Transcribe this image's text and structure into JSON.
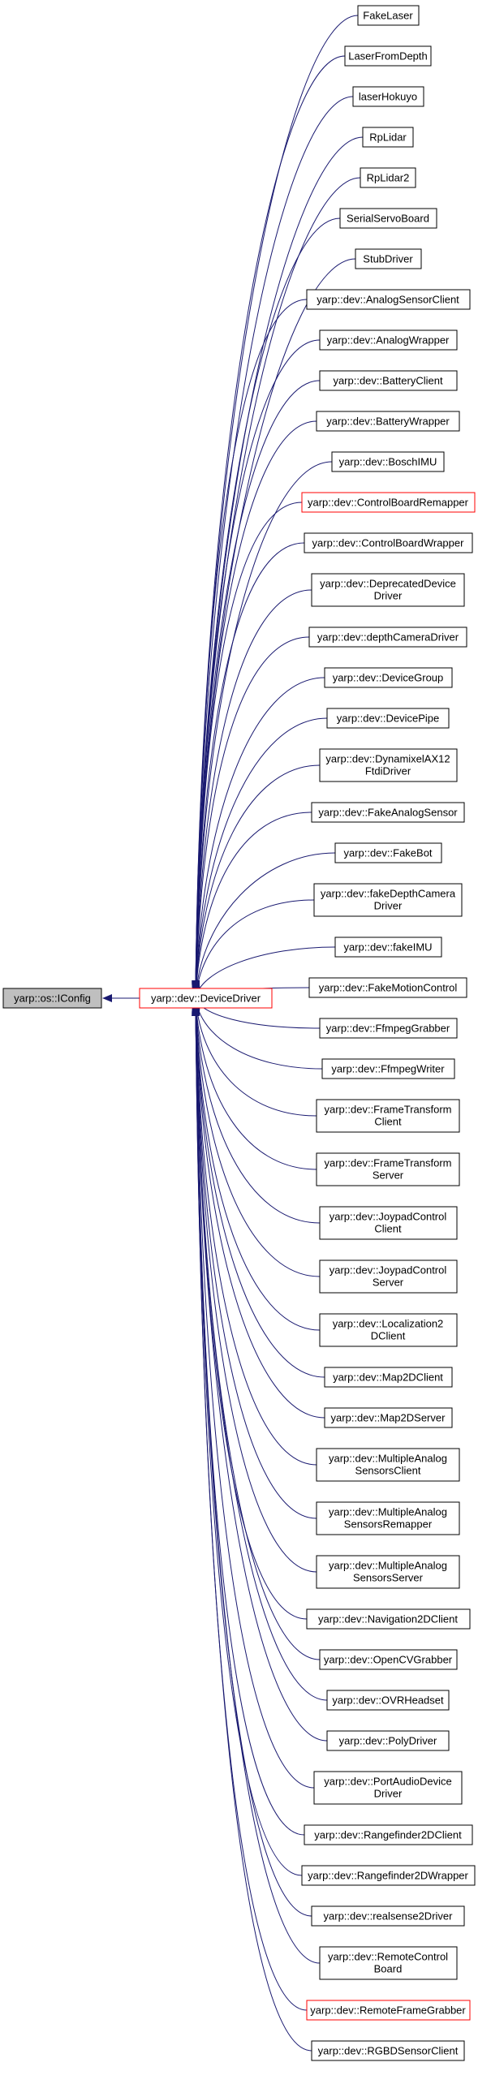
{
  "colors": {
    "edge": "#191970",
    "box_border": "#000000",
    "box_border_highlight": "#ff0000",
    "root_fill": "#bfbfbf",
    "box_fill": "#ffffff",
    "text": "#000000"
  },
  "root": {
    "label": "yarp::os::IConfig"
  },
  "center": {
    "label": "yarp::dev::DeviceDriver"
  },
  "children": [
    {
      "lines": [
        "FakeLaser"
      ],
      "red": false
    },
    {
      "lines": [
        "LaserFromDepth"
      ],
      "red": false
    },
    {
      "lines": [
        "laserHokuyo"
      ],
      "red": false
    },
    {
      "lines": [
        "RpLidar"
      ],
      "red": false
    },
    {
      "lines": [
        "RpLidar2"
      ],
      "red": false
    },
    {
      "lines": [
        "SerialServoBoard"
      ],
      "red": false
    },
    {
      "lines": [
        "StubDriver"
      ],
      "red": false
    },
    {
      "lines": [
        "yarp::dev::AnalogSensorClient"
      ],
      "red": false
    },
    {
      "lines": [
        "yarp::dev::AnalogWrapper"
      ],
      "red": false
    },
    {
      "lines": [
        "yarp::dev::BatteryClient"
      ],
      "red": false
    },
    {
      "lines": [
        "yarp::dev::BatteryWrapper"
      ],
      "red": false
    },
    {
      "lines": [
        "yarp::dev::BoschIMU"
      ],
      "red": false
    },
    {
      "lines": [
        "yarp::dev::ControlBoardRemapper"
      ],
      "red": true
    },
    {
      "lines": [
        "yarp::dev::ControlBoardWrapper"
      ],
      "red": false
    },
    {
      "lines": [
        "yarp::dev::DeprecatedDevice",
        "Driver"
      ],
      "red": false
    },
    {
      "lines": [
        "yarp::dev::depthCameraDriver"
      ],
      "red": false
    },
    {
      "lines": [
        "yarp::dev::DeviceGroup"
      ],
      "red": false
    },
    {
      "lines": [
        "yarp::dev::DevicePipe"
      ],
      "red": false
    },
    {
      "lines": [
        "yarp::dev::DynamixelAX12",
        "FtdiDriver"
      ],
      "red": false
    },
    {
      "lines": [
        "yarp::dev::FakeAnalogSensor"
      ],
      "red": false
    },
    {
      "lines": [
        "yarp::dev::FakeBot"
      ],
      "red": false
    },
    {
      "lines": [
        "yarp::dev::fakeDepthCamera",
        "Driver"
      ],
      "red": false
    },
    {
      "lines": [
        "yarp::dev::fakeIMU"
      ],
      "red": false
    },
    {
      "lines": [
        "yarp::dev::FakeMotionControl"
      ],
      "red": false
    },
    {
      "lines": [
        "yarp::dev::FfmpegGrabber"
      ],
      "red": false
    },
    {
      "lines": [
        "yarp::dev::FfmpegWriter"
      ],
      "red": false
    },
    {
      "lines": [
        "yarp::dev::FrameTransform",
        "Client"
      ],
      "red": false
    },
    {
      "lines": [
        "yarp::dev::FrameTransform",
        "Server"
      ],
      "red": false
    },
    {
      "lines": [
        "yarp::dev::JoypadControl",
        "Client"
      ],
      "red": false
    },
    {
      "lines": [
        "yarp::dev::JoypadControl",
        "Server"
      ],
      "red": false
    },
    {
      "lines": [
        "yarp::dev::Localization2",
        "DClient"
      ],
      "red": false
    },
    {
      "lines": [
        "yarp::dev::Map2DClient"
      ],
      "red": false
    },
    {
      "lines": [
        "yarp::dev::Map2DServer"
      ],
      "red": false
    },
    {
      "lines": [
        "yarp::dev::MultipleAnalog",
        "SensorsClient"
      ],
      "red": false
    },
    {
      "lines": [
        "yarp::dev::MultipleAnalog",
        "SensorsRemapper"
      ],
      "red": false
    },
    {
      "lines": [
        "yarp::dev::MultipleAnalog",
        "SensorsServer"
      ],
      "red": false
    },
    {
      "lines": [
        "yarp::dev::Navigation2DClient"
      ],
      "red": false
    },
    {
      "lines": [
        "yarp::dev::OpenCVGrabber"
      ],
      "red": false
    },
    {
      "lines": [
        "yarp::dev::OVRHeadset"
      ],
      "red": false
    },
    {
      "lines": [
        "yarp::dev::PolyDriver"
      ],
      "red": false
    },
    {
      "lines": [
        "yarp::dev::PortAudioDevice",
        "Driver"
      ],
      "red": false
    },
    {
      "lines": [
        "yarp::dev::Rangefinder2DClient"
      ],
      "red": false
    },
    {
      "lines": [
        "yarp::dev::Rangefinder2DWrapper"
      ],
      "red": false
    },
    {
      "lines": [
        "yarp::dev::realsense2Driver"
      ],
      "red": false
    },
    {
      "lines": [
        "yarp::dev::RemoteControl",
        "Board"
      ],
      "red": false
    },
    {
      "lines": [
        "yarp::dev::RemoteFrameGrabber"
      ],
      "red": true
    },
    {
      "lines": [
        "yarp::dev::RGBDSensorClient"
      ],
      "red": false
    }
  ]
}
